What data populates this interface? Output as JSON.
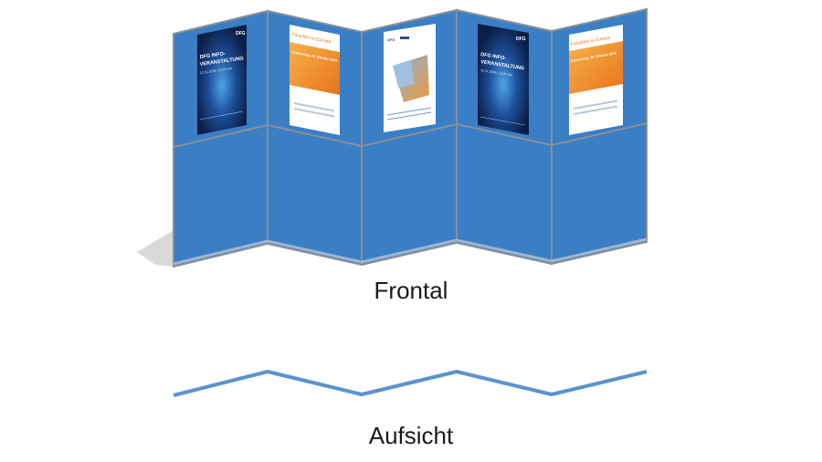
{
  "labels": {
    "frontal": "Frontal",
    "aufsicht": "Aufsicht"
  },
  "colors": {
    "panel": "#3a7ec6",
    "panel_dark": "#2f6aa9",
    "frame": "#8a8f96",
    "shadow": "#d9d9d9",
    "topview_line": "#5b93cf"
  },
  "posters": [
    {
      "kind": "dfg",
      "logo": "DFG",
      "title_line1": "DFG INFO-",
      "title_line2": "VERANSTALTUNG",
      "date": "12.11.2009, 13.00 Uhr"
    },
    {
      "kind": "europe",
      "title": "Forschen in Europa",
      "date": "Donnerstag, 29. Oktober 2009"
    },
    {
      "kind": "brochure",
      "logo": "DFG"
    },
    {
      "kind": "dfg",
      "logo": "DFG",
      "title_line1": "DFG INFO-",
      "title_line2": "VERANSTALTUNG",
      "date": "12.11.2009, 13.00 Uhr"
    },
    {
      "kind": "europe",
      "title": "Forschen in Europa",
      "date": "Donnerstag, 29. Oktober 2009"
    }
  ]
}
